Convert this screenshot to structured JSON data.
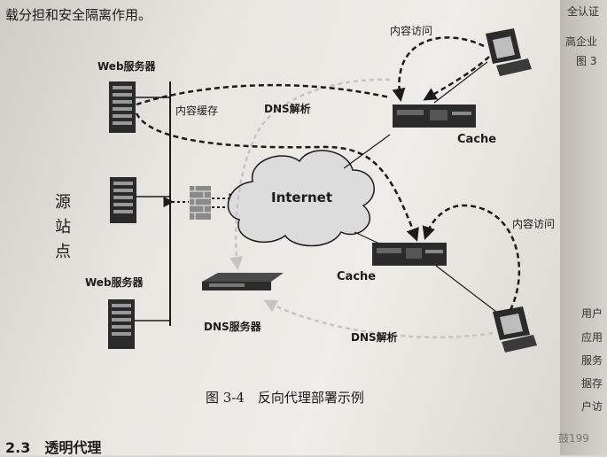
{
  "header": {
    "text": "载分担和安全隔离作用。"
  },
  "diagram": {
    "labels": {
      "web_server_top": "Web服务器",
      "web_server_bottom": "Web服务器",
      "content_cache": "内容缓存",
      "dns_parse_top": "DNS解析",
      "content_access_top": "内容访问",
      "cache_top": "Cache",
      "internet": "Internet",
      "content_access_right": "内容访问",
      "cache_bottom": "Cache",
      "dns_server": "DNS服务器",
      "dns_parse_bottom": "DNS解析",
      "origin_site": "源站点"
    },
    "colors": {
      "ink": "#1b1b1b",
      "dashed_gray": "#bdbdbd",
      "cloud": "#dcdcdc"
    }
  },
  "caption": "图 3-4　反向代理部署示例",
  "bottom_text": "2.3　透明代理",
  "side_fragments": [
    "全认证",
    "高企业",
    "图 3",
    "用户",
    "应用",
    "服务",
    "据存",
    "户访",
    "鼓199"
  ]
}
